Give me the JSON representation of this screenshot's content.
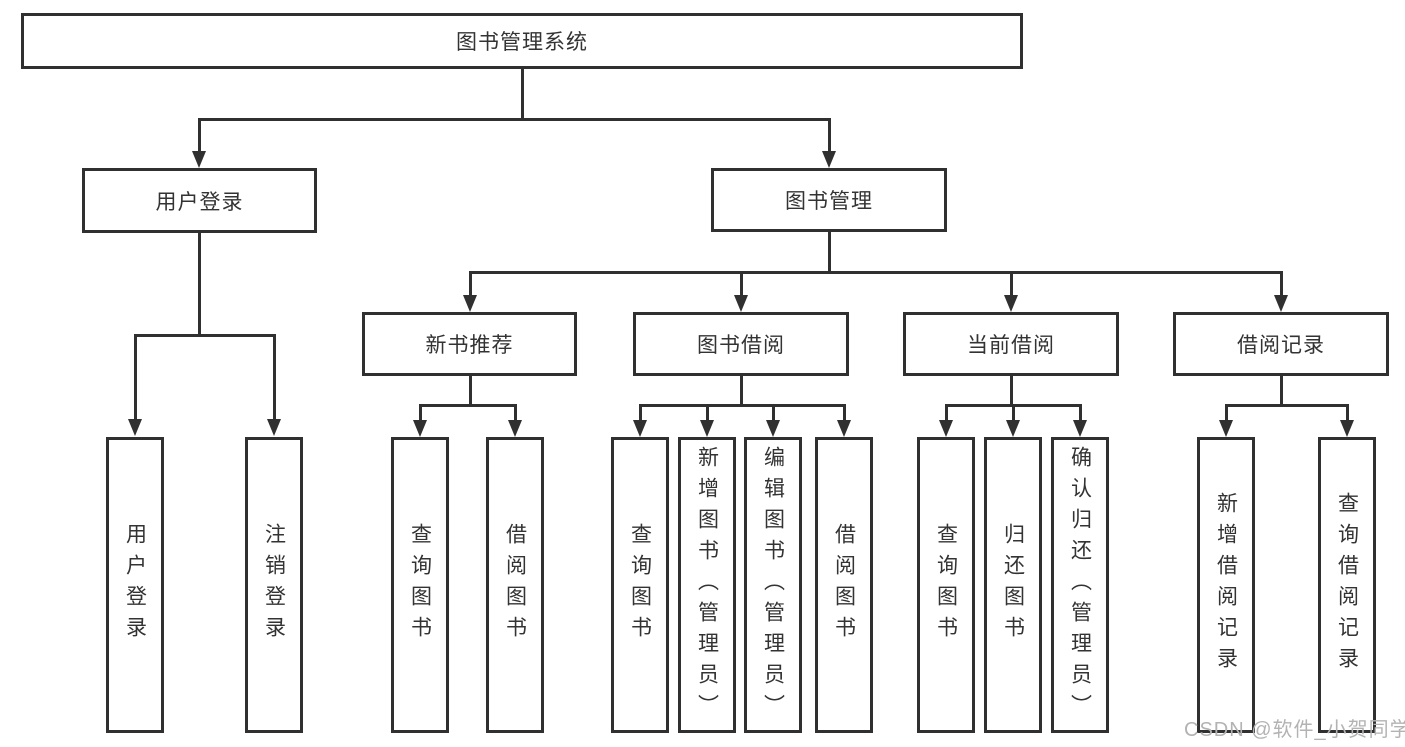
{
  "tree": {
    "label": "图书管理系统",
    "children": [
      {
        "label": "用户登录",
        "children": [
          {
            "label": "用户登录"
          },
          {
            "label": "注销登录"
          }
        ]
      },
      {
        "label": "图书管理",
        "children": [
          {
            "label": "新书推荐",
            "children": [
              {
                "label": "查询图书"
              },
              {
                "label": "借阅图书"
              }
            ]
          },
          {
            "label": "图书借阅",
            "children": [
              {
                "label": "查询图书"
              },
              {
                "label": "新增图书（管理员）"
              },
              {
                "label": "编辑图书（管理员）"
              },
              {
                "label": "借阅图书"
              }
            ]
          },
          {
            "label": "当前借阅",
            "children": [
              {
                "label": "查询图书"
              },
              {
                "label": "归还图书"
              },
              {
                "label": "确认归还（管理员）"
              }
            ]
          },
          {
            "label": "借阅记录",
            "children": [
              {
                "label": "新增借阅记录"
              },
              {
                "label": "查询借阅记录"
              }
            ]
          }
        ]
      }
    ]
  },
  "watermark": {
    "text": "CSDN @软件_小贺同学"
  },
  "colors": {
    "line": "#303030",
    "text": "#333333",
    "watermark": "#b3b3b3",
    "background": "#ffffff"
  }
}
